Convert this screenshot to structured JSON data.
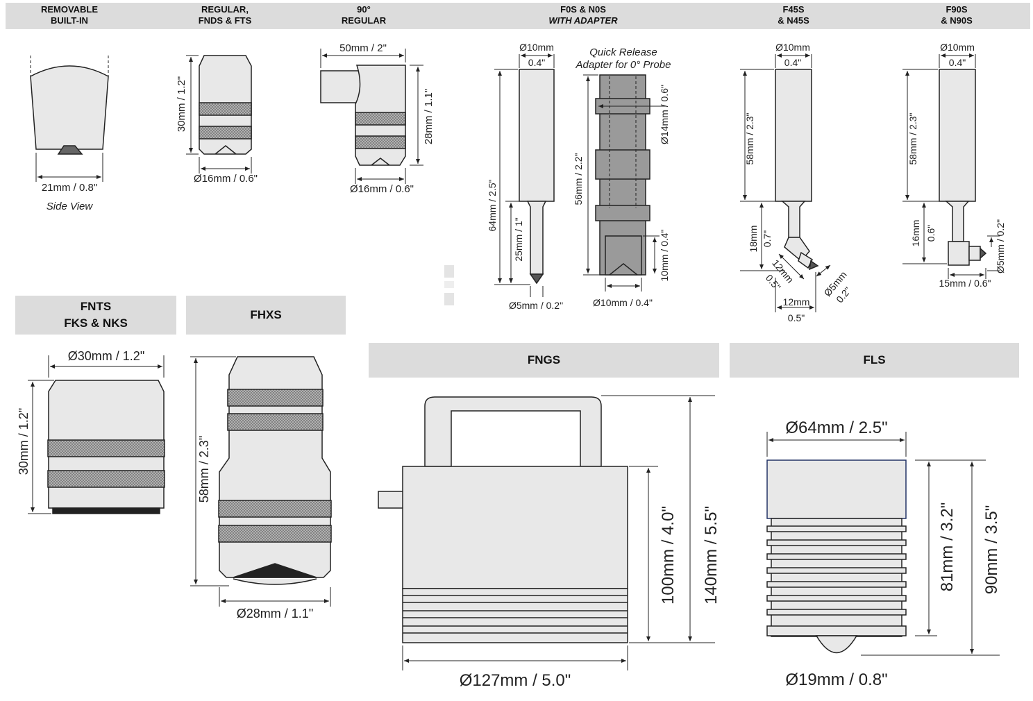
{
  "top_headers": [
    {
      "line1": "REMOVABLE",
      "line2": "BUILT-IN"
    },
    {
      "line1": "REGULAR,",
      "line2": "FNDS & FTS"
    },
    {
      "line1": "90°",
      "line2": "REGULAR"
    },
    {
      "line1": "F0S & N0S",
      "line2": "WITH ADAPTER"
    },
    {
      "line1": "F45S",
      "line2": "& N45S"
    },
    {
      "line1": "F90S",
      "line2": "& N90S"
    }
  ],
  "section_headers": {
    "fnts_line1": "FNTS",
    "fnts_line2": "FKS & NKS",
    "fhxs": "FHXS",
    "fngs": "FNGS",
    "fls": "FLS"
  },
  "dims": {
    "removable_width": "21mm / 0.8\"",
    "side_view": "Side View",
    "regular_height": "30mm / 1.2\"",
    "regular_diameter": "Ø16mm / 0.6\"",
    "r90_width": "50mm / 2\"",
    "r90_height": "28mm / 1.1\"",
    "r90_diameter": "Ø16mm / 0.6\"",
    "f0s_diam_mm": "Ø10mm",
    "f0s_diam_in": "0.4\"",
    "f0s_total": "64mm / 2.5\"",
    "f0s_tip": "25mm / 1\"",
    "f0s_tip_diam": "Ø5mm / 0.2\"",
    "adapter_label1": "Quick Release",
    "adapter_label2": "Adapter for 0° Probe",
    "adapter_height": "56mm / 2.2\"",
    "adapter_diam": "Ø14mm / 0.6\"",
    "adapter_tip": "10mm / 0.4\"",
    "adapter_base": "Ø10mm / 0.4\"",
    "f45_diam_mm": "Ø10mm",
    "f45_diam_in": "0.4\"",
    "f45_len": "58mm / 2.3\"",
    "f45_neck_mm": "18mm",
    "f45_neck_in": "0.7\"",
    "f45_diag_mm": "12mm",
    "f45_diag_in": "0.5\"",
    "f45_tip_mm": "Ø5mm",
    "f45_tip_in": "0.2\"",
    "f45_bottom_mm": "12mm",
    "f45_bottom_in": "0.5\"",
    "f90_diam_mm": "Ø10mm",
    "f90_diam_in": "0.4\"",
    "f90_len": "58mm / 2.3\"",
    "f90_neck_mm": "16mm",
    "f90_neck_in": "0.6\"",
    "f90_tip": "Ø5mm / 0.2\"",
    "f90_width": "15mm / 0.6\"",
    "fnts_diam": "Ø30mm / 1.2\"",
    "fnts_height": "30mm / 1.2\"",
    "fhxs_height": "58mm / 2.3\"",
    "fhxs_diam": "Ø28mm / 1.1\"",
    "fngs_inner": "100mm / 4.0\"",
    "fngs_outer": "140mm / 5.5\"",
    "fngs_diam": "Ø127mm / 5.0\"",
    "fls_diam": "Ø64mm / 2.5\"",
    "fls_inner": "81mm / 3.2\"",
    "fls_outer": "90mm / 3.5\"",
    "fls_tip": "Ø19mm / 0.8\""
  },
  "colors": {
    "header_bg": "#dcdcdc",
    "probe_fill": "#e8e8e8",
    "adapter_fill": "#9a9a9a",
    "knurl": "#8c8c8c"
  }
}
